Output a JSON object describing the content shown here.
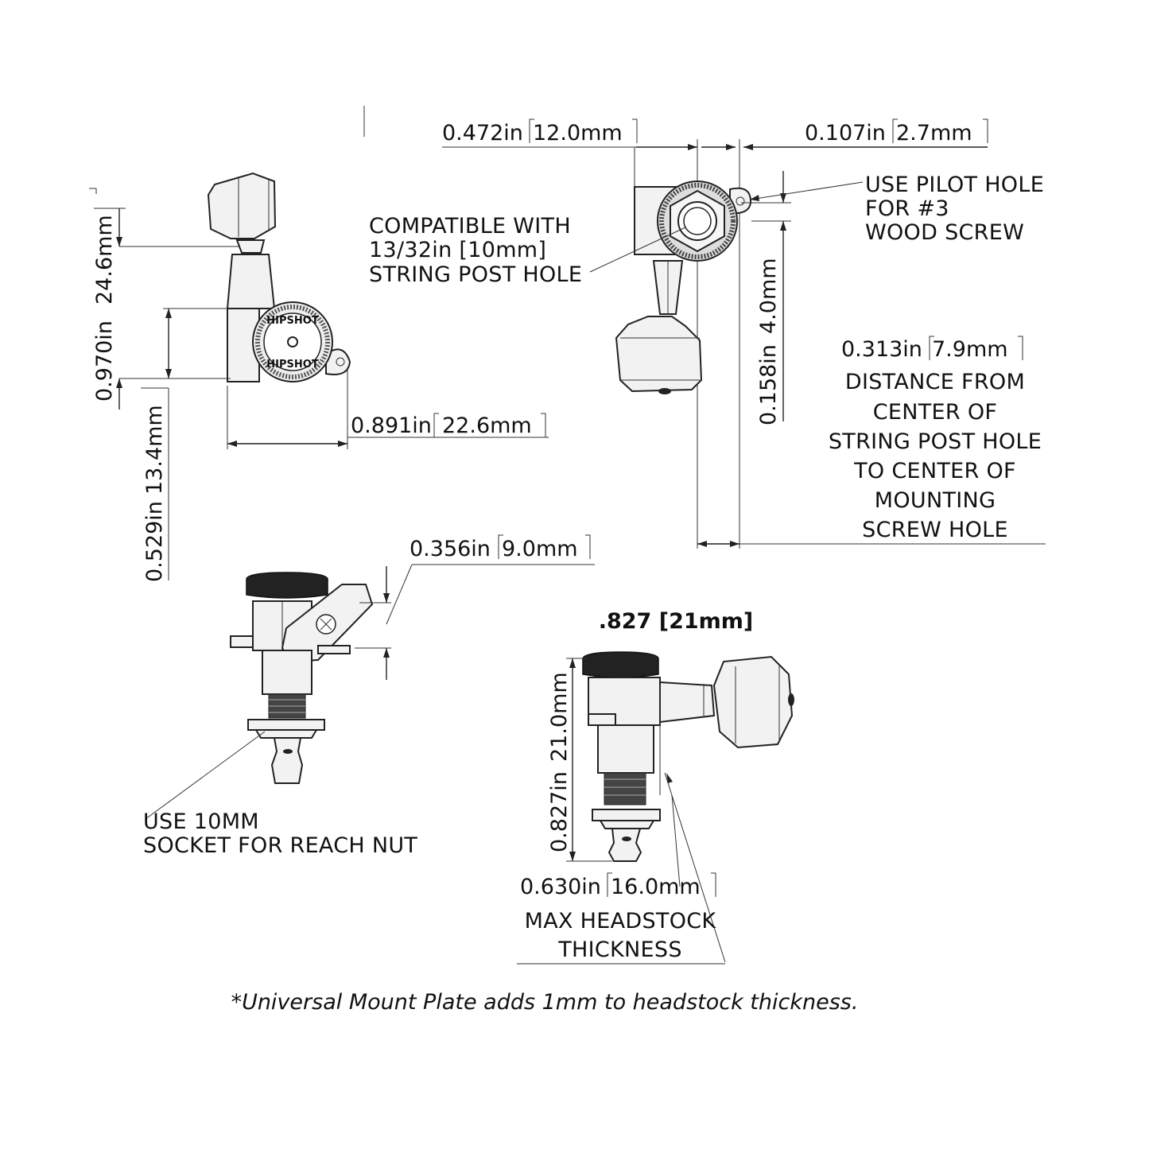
{
  "dimensions": {
    "d_0472": "0.472in",
    "d_0472_mm": "12.0mm",
    "d_0107": "0.107in",
    "d_0107_mm": "2.7mm",
    "d_0970": "0.970in",
    "d_0970_mm": "24.6mm",
    "d_0529": "0.529in",
    "d_0529_mm": "13.4mm",
    "d_0891": "0.891in",
    "d_0891_mm": "22.6mm",
    "d_0158": "0.158in",
    "d_0158_mm": "4.0mm",
    "d_0313": "0.313in",
    "d_0313_mm": "7.9mm",
    "d_0356": "0.356in",
    "d_0356_mm": "9.0mm",
    "d_0827": "0.827in",
    "d_0827_mm": "21.0mm",
    "d_0630": "0.630in",
    "d_0630_mm": "16.0mm",
    "heading_827": ".827 [21mm]"
  },
  "notes": {
    "pilot": [
      "USE PILOT HOLE",
      "FOR #3",
      "WOOD SCREW"
    ],
    "compatible": [
      "COMPATIBLE WITH",
      "13/32in [10mm]",
      "STRING POST HOLE"
    ],
    "distance": [
      "DISTANCE FROM",
      "CENTER OF",
      "STRING POST HOLE",
      "TO CENTER OF",
      "MOUNTING",
      "SCREW HOLE"
    ],
    "socket": [
      "USE 10MM",
      "SOCKET FOR REACH NUT"
    ],
    "headstock": [
      "MAX HEADSTOCK",
      "THICKNESS"
    ]
  },
  "logo_text": "HIPSHOT",
  "footnote": "*Universal Mount Plate adds 1mm to headstock thickness."
}
